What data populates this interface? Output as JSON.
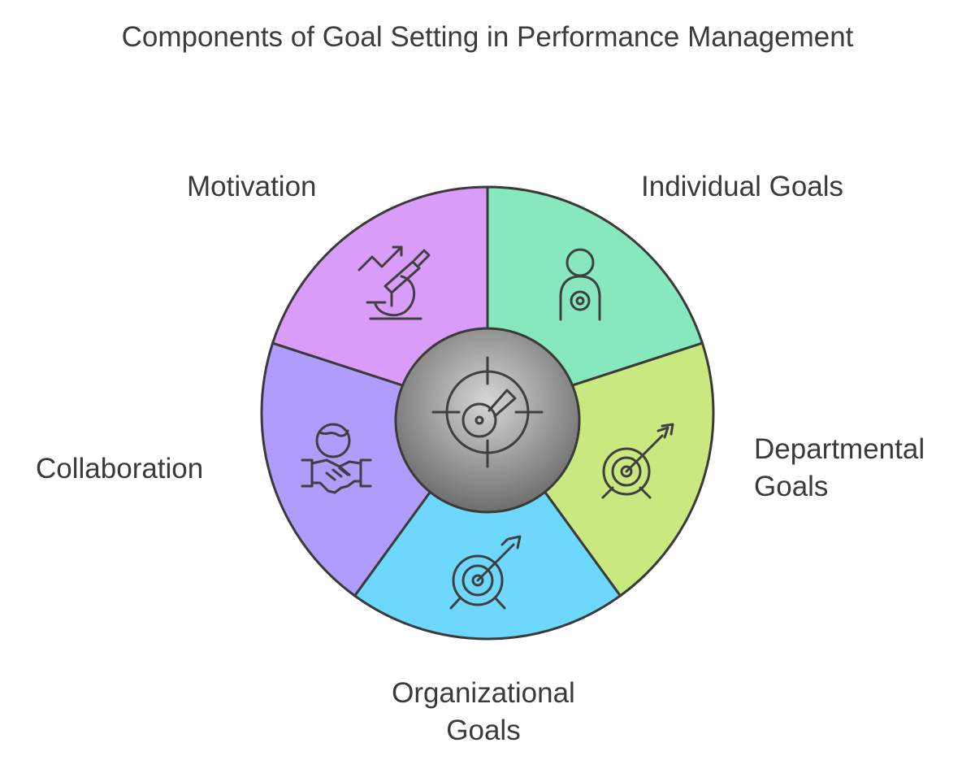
{
  "title": "Components of Goal Setting in Performance Management",
  "segments": [
    {
      "label": "Individual Goals",
      "color": "#86e8bc",
      "icon": "person-target-icon"
    },
    {
      "label": "Departmental Goals",
      "lines": [
        "Departmental",
        "Goals"
      ],
      "color": "#c9e880",
      "icon": "dartboard-icon"
    },
    {
      "label": "Organizational Goals",
      "lines": [
        "Organizational",
        "Goals"
      ],
      "color": "#6dd8fb",
      "icon": "target-arrow-icon"
    },
    {
      "label": "Collaboration",
      "color": "#b09cfb",
      "icon": "handshake-globe-icon"
    },
    {
      "label": "Motivation",
      "color": "#da9cf9",
      "icon": "microscope-growth-icon"
    }
  ],
  "center": {
    "icon": "crosshair-key-icon",
    "gradient": [
      "#d6d6d6",
      "#6e6e6e"
    ]
  }
}
